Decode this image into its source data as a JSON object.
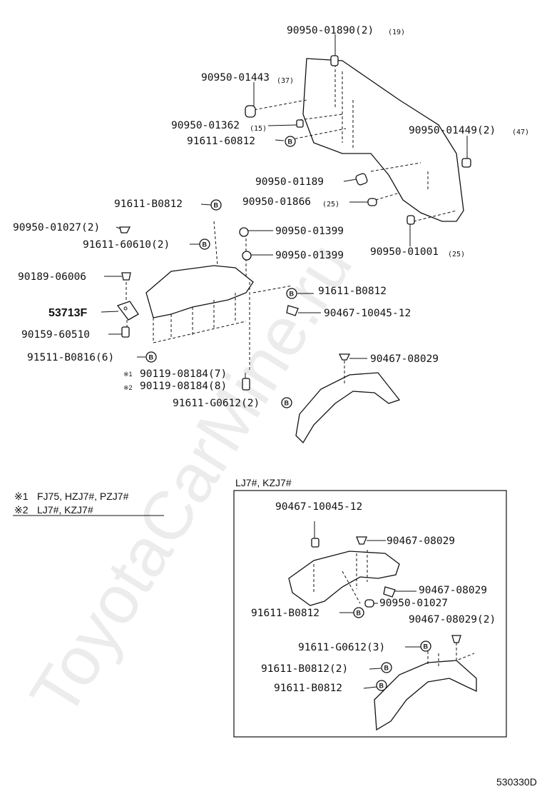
{
  "watermark": "ToyotaCarMine.ru",
  "figure_code": "530330D",
  "callouts": [
    {
      "id": "c1",
      "text": "90950-01890(2)",
      "sub": "(19)"
    },
    {
      "id": "c2",
      "text": "90950-01443",
      "sub": "(37)"
    },
    {
      "id": "c3",
      "text": "90950-01362",
      "sub": "(15)"
    },
    {
      "id": "c4",
      "text": "91611-60812"
    },
    {
      "id": "c5",
      "text": "90950-01449(2)",
      "sub": "(47)"
    },
    {
      "id": "c6",
      "text": "90950-01189"
    },
    {
      "id": "c7",
      "text": "90950-01866",
      "sub": "(25)"
    },
    {
      "id": "c8",
      "text": "91611-B0812"
    },
    {
      "id": "c9",
      "text": "90950-01027(2)"
    },
    {
      "id": "c10",
      "text": "90950-01399"
    },
    {
      "id": "c11",
      "text": "91611-60610(2)"
    },
    {
      "id": "c12",
      "text": "90950-01399"
    },
    {
      "id": "c13",
      "text": "90950-01001",
      "sub": "(25)"
    },
    {
      "id": "c14",
      "text": "90189-06006"
    },
    {
      "id": "c15",
      "text": "91611-B0812"
    },
    {
      "id": "c16",
      "text": "53713F",
      "style": "big"
    },
    {
      "id": "c17",
      "text": "90467-10045-12"
    },
    {
      "id": "c18",
      "text": "90159-60510"
    },
    {
      "id": "c19",
      "text": "91511-B0816(6)"
    },
    {
      "id": "c20",
      "text": "90467-08029"
    },
    {
      "id": "c21",
      "text": "90119-08184(7)",
      "mark": "※1"
    },
    {
      "id": "c22",
      "text": "90119-08184(8)",
      "mark": "※2"
    },
    {
      "id": "c23",
      "text": "91611-G0612(2)"
    }
  ],
  "notes": [
    {
      "mark": "※1",
      "text": "FJ75, HZJ7#, PZJ7#"
    },
    {
      "mark": "※2",
      "text": "LJ7#, KZJ7#"
    }
  ],
  "inset": {
    "title": "LJ7#, KZJ7#",
    "callouts": [
      {
        "id": "i1",
        "text": "90467-10045-12"
      },
      {
        "id": "i2",
        "text": "90467-08029"
      },
      {
        "id": "i3",
        "text": "90467-08029"
      },
      {
        "id": "i4",
        "text": "90950-01027"
      },
      {
        "id": "i5",
        "text": "91611-B0812"
      },
      {
        "id": "i6",
        "text": "90467-08029(2)"
      },
      {
        "id": "i7",
        "text": "91611-G0612(3)"
      },
      {
        "id": "i8",
        "text": "91611-B0812(2)"
      },
      {
        "id": "i9",
        "text": "91611-B0812"
      }
    ]
  },
  "bolt_symbol": "B"
}
